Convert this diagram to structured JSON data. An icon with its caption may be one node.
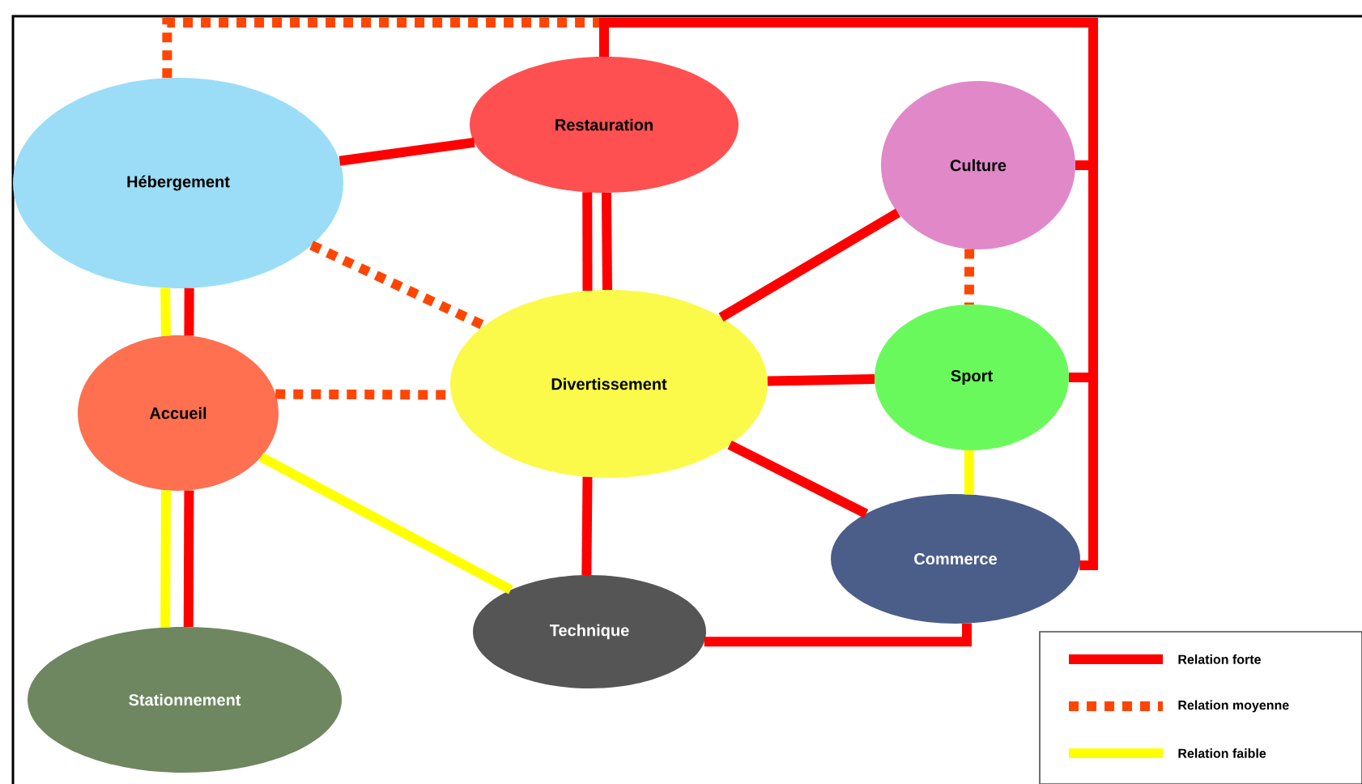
{
  "diagram": {
    "nodes": [
      {
        "text": [
          "Hébergement"
        ]
      },
      {
        "text": [
          "Restauration"
        ]
      },
      {
        "text": [
          "Culture"
        ]
      },
      {
        "text": [
          "Accueil"
        ]
      },
      {
        "text": [
          "Divertissement"
        ]
      },
      {
        "text": [
          "Sport"
        ]
      },
      {
        "text": [
          "Commerce"
        ]
      },
      {
        "text": [
          "Technique"
        ]
      },
      {
        "text": [
          "Stationnement"
        ]
      }
    ],
    "edges": [
      {
        "from": 0,
        "to": 1,
        "arrow": "none"
      },
      {
        "from": 0,
        "to": 4,
        "arrow": "none",
        "style": "dashed",
        "color": "#ff4500"
      },
      {
        "from": 0,
        "to": 3,
        "arrow": "none"
      },
      {
        "from": 0,
        "to": 3,
        "arrow": "none",
        "color": "#ffff00"
      },
      {
        "from": 3,
        "to": 8,
        "arrow": "none"
      },
      {
        "from": 3,
        "to": 8,
        "arrow": "none",
        "color": "#ffff00"
      },
      {
        "from": 3,
        "to": 4,
        "arrow": "none",
        "style": "dashed",
        "color": "#ff4500"
      },
      {
        "from": 3,
        "to": 7,
        "arrow": "none",
        "color": "#ffff00"
      },
      {
        "from": 1,
        "to": 4,
        "arrow": "none"
      },
      {
        "from": 1,
        "to": 4,
        "arrow": "none"
      },
      {
        "from": 4,
        "to": 7,
        "arrow": "none"
      },
      {
        "from": 0,
        "to": 1,
        "arrow": "none",
        "style": "dashed",
        "color": "#ff4500"
      },
      {
        "from": 1,
        "to": 2,
        "arrow": "none"
      },
      {
        "from": 1,
        "to": 5,
        "arrow": "none"
      },
      {
        "from": 1,
        "to": 6,
        "arrow": "none"
      },
      {
        "from": 2,
        "to": 5,
        "arrow": "none",
        "style": "dashed",
        "color": "#ff4500"
      },
      {
        "from": 4,
        "to": 2,
        "arrow": "none"
      },
      {
        "from": 4,
        "to": 5,
        "arrow": "none"
      },
      {
        "from": 4,
        "to": 6,
        "arrow": "none"
      },
      {
        "from": 5,
        "to": 6,
        "arrow": "none",
        "color": "#ffff00"
      },
      {
        "from": 7,
        "to": 6,
        "arrow": "none"
      }
    ],
    "legend": [
      {
        "text": "Relation forte"
      },
      {
        "text": "Relation moyenne"
      },
      {
        "text": "Relation faible"
      }
    ]
  }
}
